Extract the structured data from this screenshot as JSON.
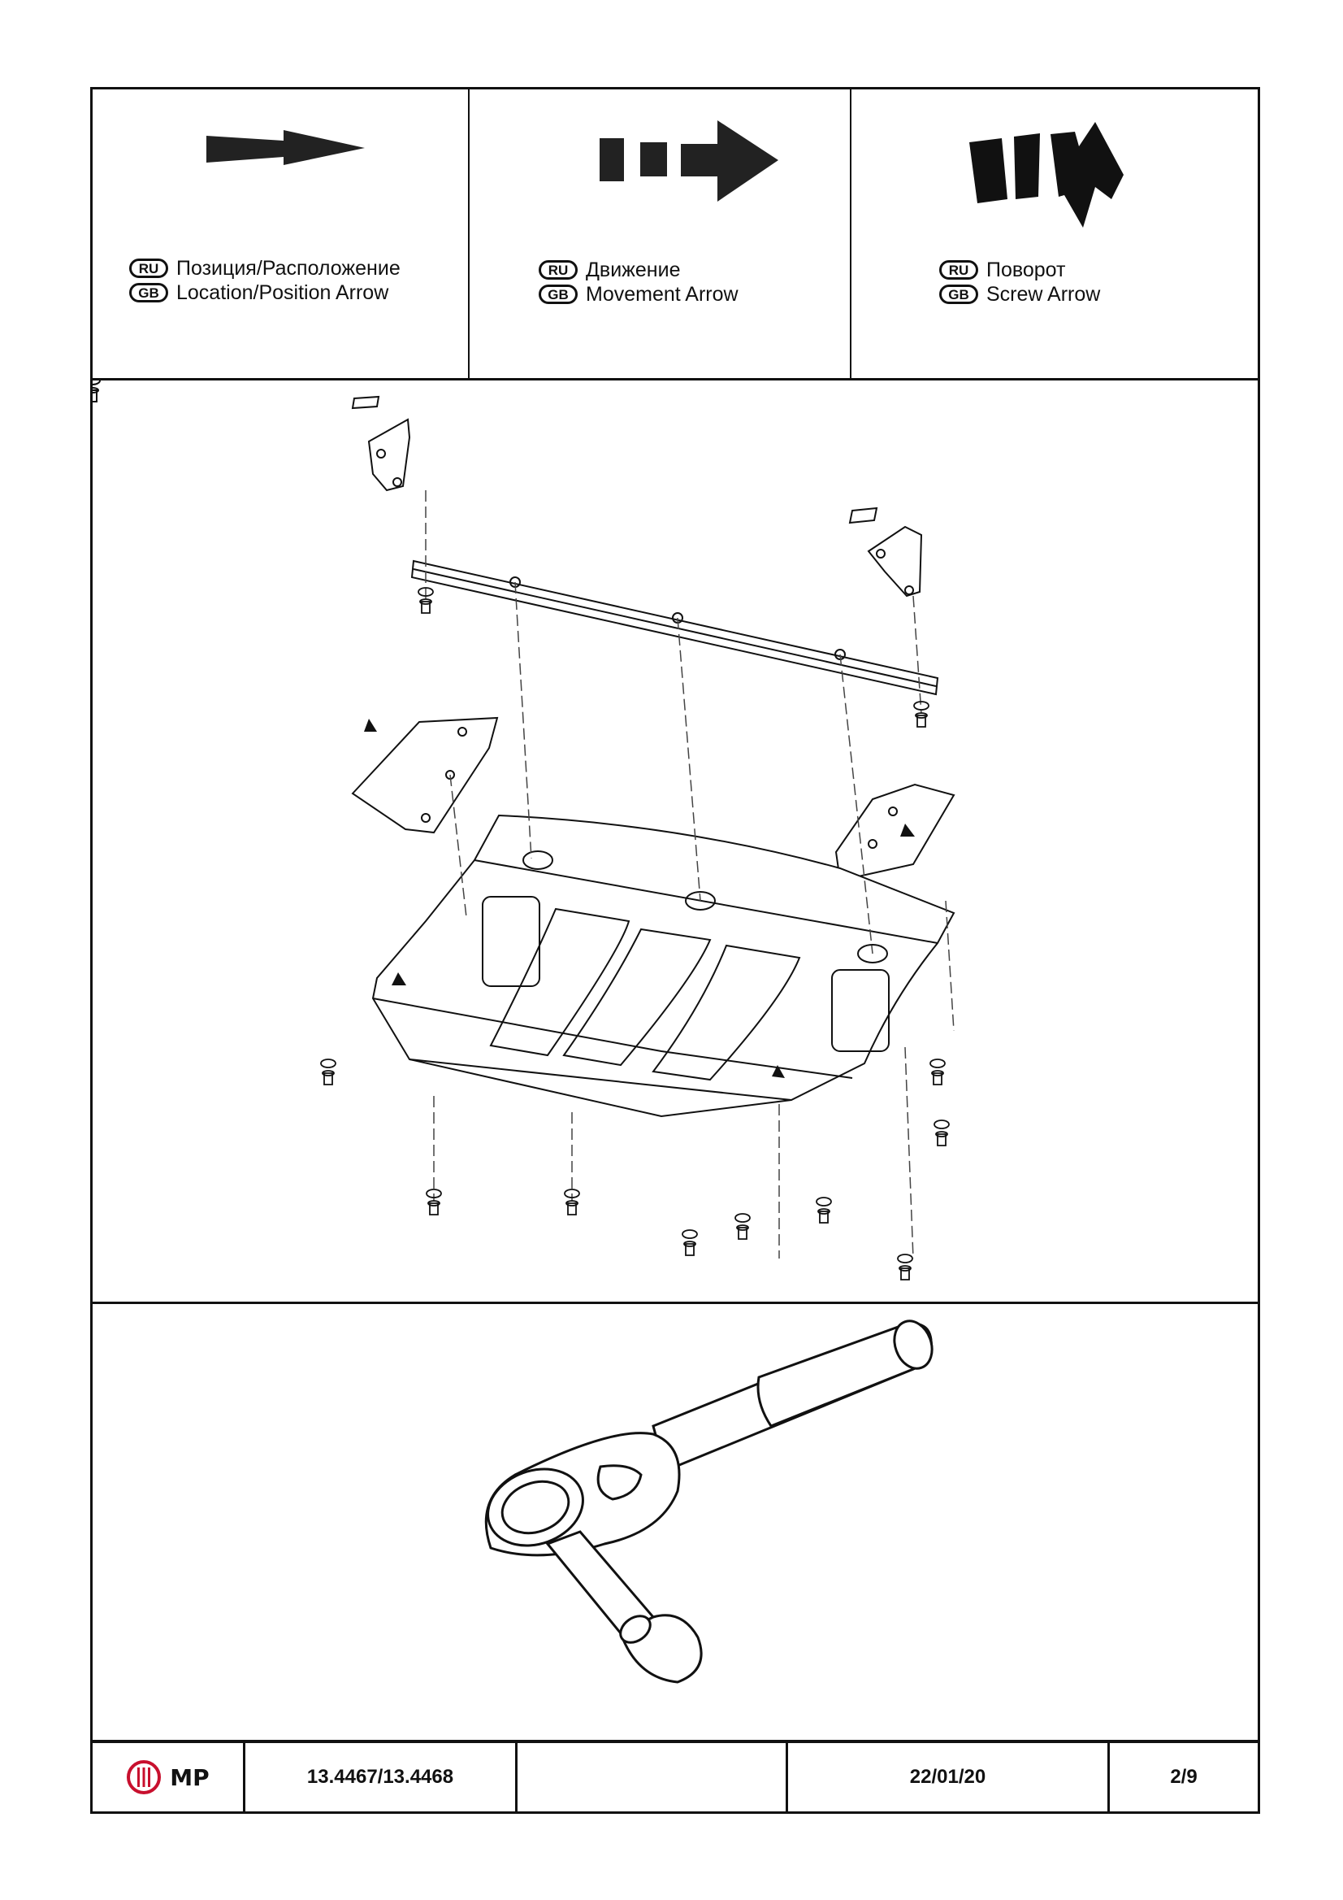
{
  "legend": [
    {
      "ru_code": "RU",
      "ru_label": "Позиция/Расположение",
      "gb_code": "GB",
      "gb_label": "Location/Position Arrow",
      "icon": "location-arrow-icon"
    },
    {
      "ru_code": "RU",
      "ru_label": "Движение",
      "gb_code": "GB",
      "gb_label": "Movement Arrow",
      "icon": "movement-arrow-icon"
    },
    {
      "ru_code": "RU",
      "ru_label": "Поворот",
      "gb_code": "GB",
      "gb_label": "Screw Arrow",
      "icon": "screw-arrow-icon"
    }
  ],
  "diagram": {
    "icon": "skid-plate-assembly-diagram"
  },
  "tool": {
    "icon": "ratchet-wrench-icon"
  },
  "footer": {
    "logo_text": "MP",
    "part_number": "13.4467/13.4468",
    "blank": "",
    "date": "22/01/20",
    "page": "2/9"
  }
}
